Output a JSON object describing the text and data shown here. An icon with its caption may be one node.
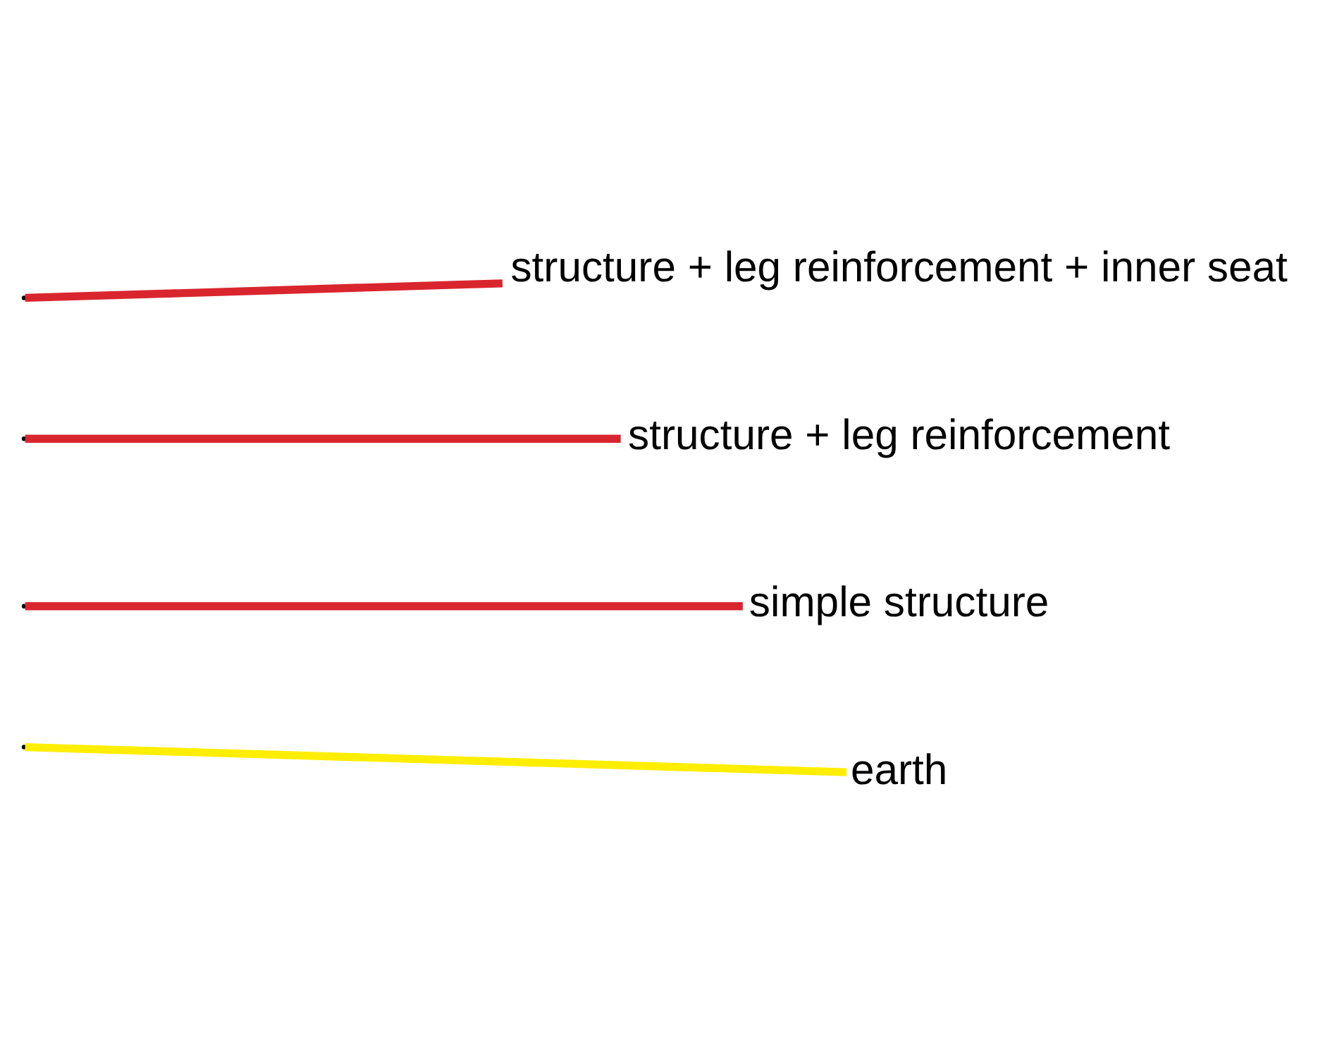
{
  "diagram": {
    "nodes": [
      {
        "text": [
          "structure + leg reinforcement + inner seat"
        ]
      },
      {
        "text": [
          "structure + leg reinforcement"
        ]
      },
      {
        "text": [
          "simple structure"
        ]
      },
      {
        "text": [
          "earth"
        ]
      }
    ],
    "edges": [
      {
        "from": null,
        "to": 0,
        "arrow": "none"
      },
      {
        "from": null,
        "to": 1,
        "arrow": "none"
      },
      {
        "from": null,
        "to": 2,
        "arrow": "none"
      },
      {
        "from": null,
        "to": 3,
        "arrow": "none",
        "color": "#ffee00"
      }
    ]
  }
}
